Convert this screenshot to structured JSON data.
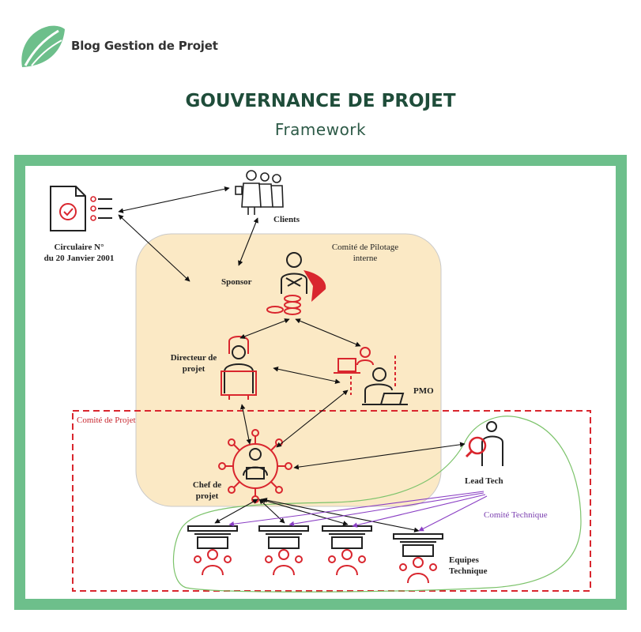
{
  "brand": {
    "name": "Blog Gestion de Projet",
    "color": "#6dbf8b"
  },
  "title": "GOUVERNANCE DE PROJET",
  "subtitle": "Framework",
  "colors": {
    "frame": "#6dbf8b",
    "committee_fill": "#fbe9c5",
    "red": "#d9262e",
    "purple": "#8a3fc4",
    "green_line": "#7cc36b"
  },
  "labels": {
    "circulaire_line1": "Circulaire N°",
    "circulaire_line2": "du 20 Janvier 2001",
    "clients": "Clients",
    "comite_pilotage_line1": "Comité de Pilotage",
    "comite_pilotage_line2": "interne",
    "sponsor": "Sponsor",
    "directeur_line1": "Directeur de",
    "directeur_line2": "projet",
    "pmo": "PMO",
    "comite_projet": "Comité de Projet",
    "chef_line1": "Chef de",
    "chef_line2": "projet",
    "lead_tech": "Lead Tech",
    "comite_technique": "Comité Technique",
    "equipes_line1": "Equipes",
    "equipes_line2": "Technique"
  }
}
